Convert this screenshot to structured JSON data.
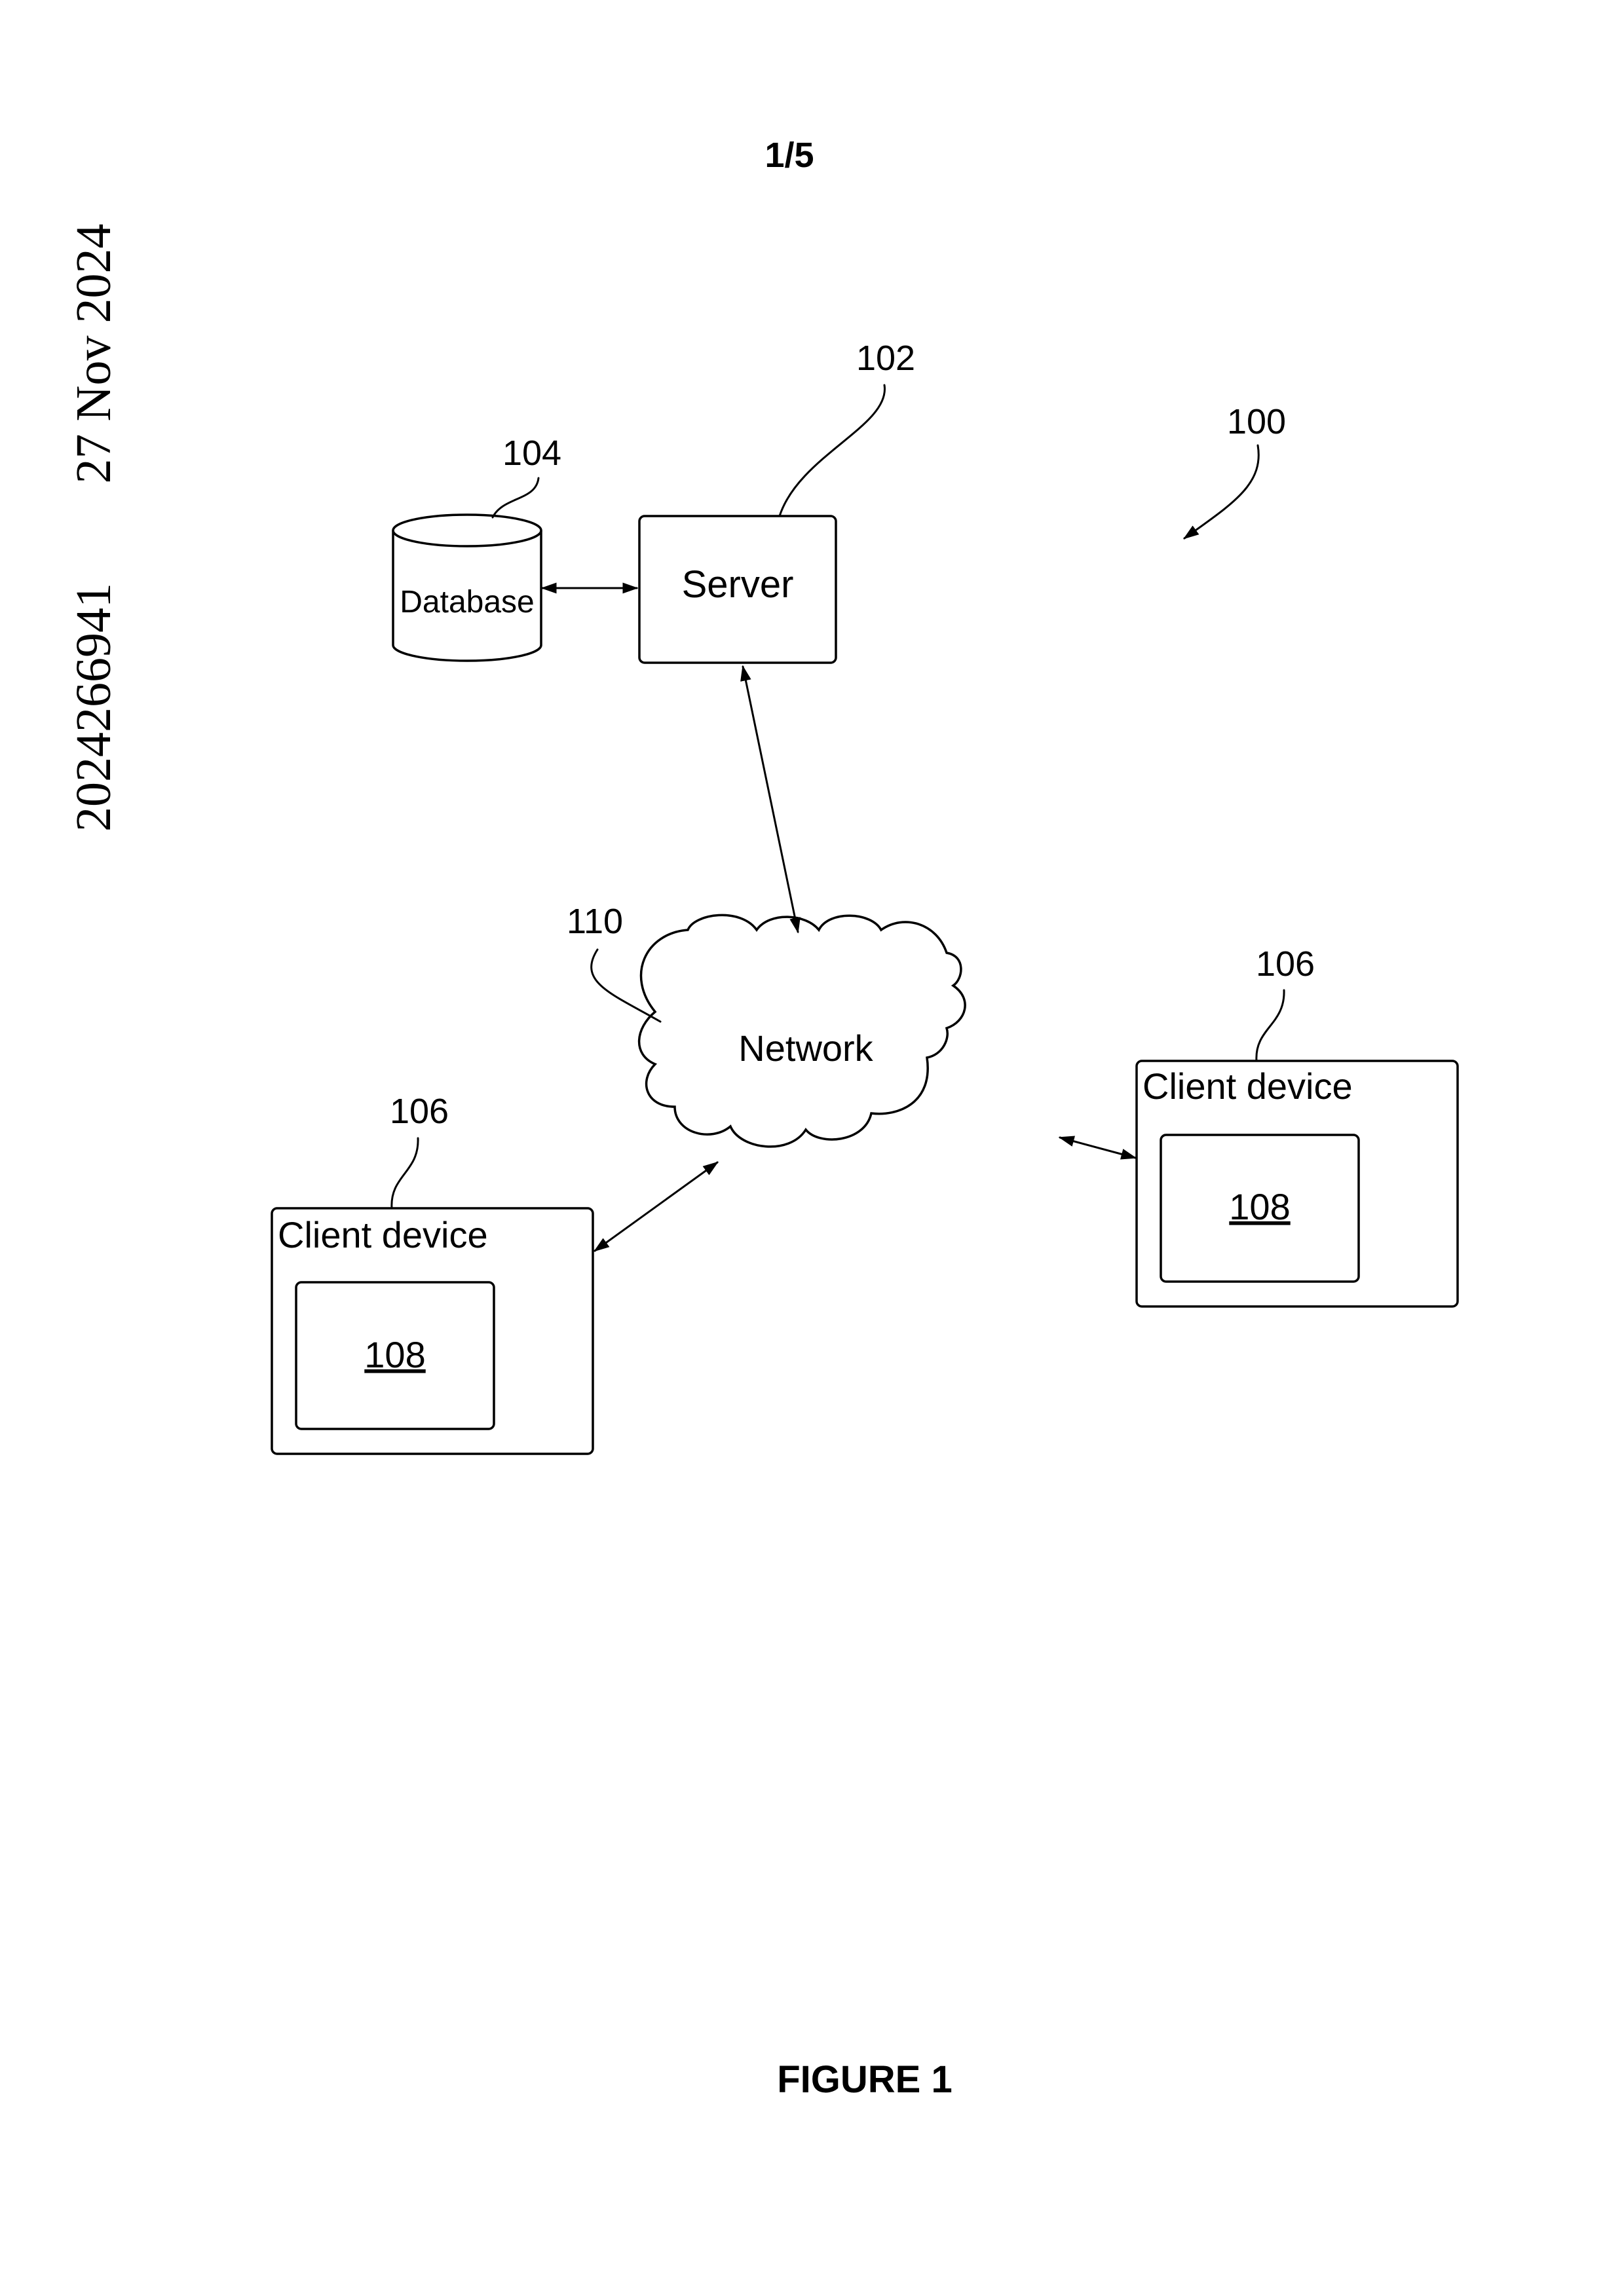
{
  "page": {
    "sheet_number": "1/5",
    "side_date": "27 Nov 2024",
    "side_number": "2024266941",
    "figure_caption": "FIGURE 1"
  },
  "diagram": {
    "system_ref": "100",
    "server": {
      "label": "Server",
      "ref": "102"
    },
    "database": {
      "label": "Database",
      "ref": "104"
    },
    "network": {
      "label": "Network",
      "ref": "110"
    },
    "client_left": {
      "label": "Client device",
      "ref": "106",
      "inner_ref": "108"
    },
    "client_right": {
      "label": "Client device",
      "ref": "106",
      "inner_ref": "108"
    }
  }
}
